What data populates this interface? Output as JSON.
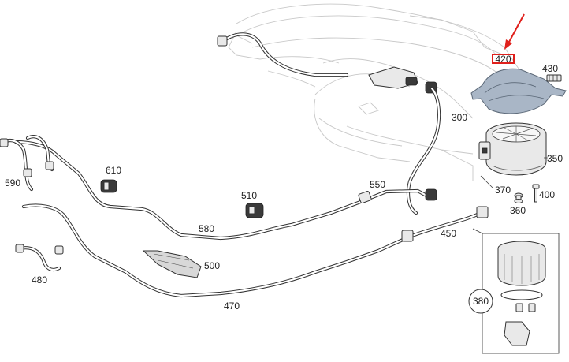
{
  "labels": {
    "l300": "300",
    "l350": "350",
    "l360": "360",
    "l370": "370",
    "l380": "380",
    "l400": "400",
    "l420": "420",
    "l430": "430",
    "l450": "450",
    "l470": "470",
    "l480": "480",
    "l500": "500",
    "l510": "510",
    "l550": "550",
    "l580": "580",
    "l590": "590",
    "l610": "610"
  },
  "colors": {
    "highlight": "#e0201c",
    "bracket_fill": "#a9b6c6",
    "line": "#333333",
    "ghost": "#c8c8c8"
  },
  "icons": {
    "pointer": "red-arrow-icon",
    "highlight_box": "red-box-icon"
  }
}
